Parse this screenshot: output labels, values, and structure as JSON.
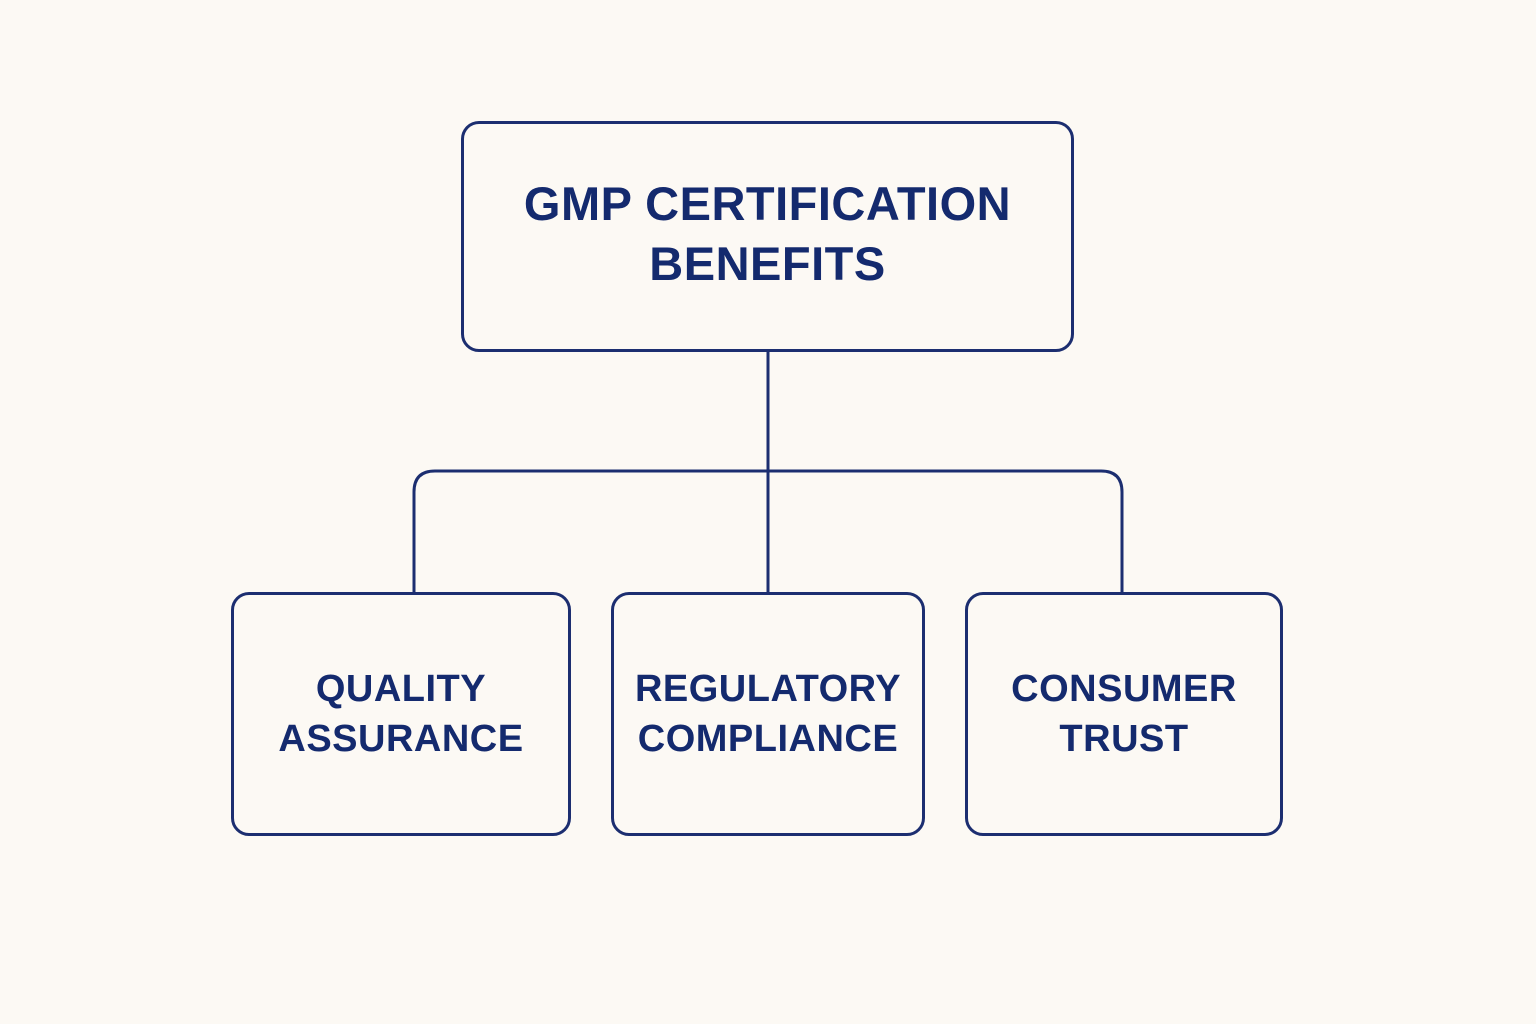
{
  "colors": {
    "background": "#fcf9f4",
    "stroke": "#1c2e70",
    "text": "#142a6e"
  },
  "diagram": {
    "root": {
      "line1": "GMP CERTIFICATION",
      "line2": "BENEFITS"
    },
    "children": [
      {
        "line1": "QUALITY",
        "line2": "ASSURANCE"
      },
      {
        "line1": "REGULATORY",
        "line2": "COMPLIANCE"
      },
      {
        "line1": "CONSUMER",
        "line2": "TRUST"
      }
    ]
  }
}
